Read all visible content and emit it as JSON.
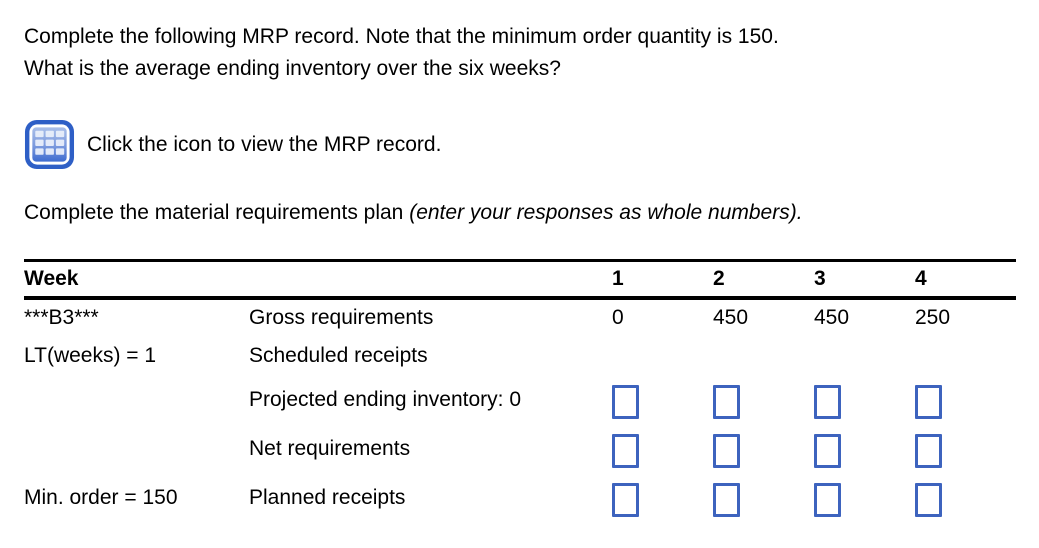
{
  "question": {
    "line1": "Complete the following MRP record. Note that the minimum order quantity is 150.",
    "line2": "What is the average ending inventory over the six weeks?"
  },
  "icon_instruction": {
    "icon": "mrp-table-grid-icon",
    "text": "Click the icon to view the MRP record."
  },
  "instruction": {
    "normal": "Complete the material requirements plan ",
    "italic": "(enter your responses as whole numbers)."
  },
  "colors": {
    "input_border_blue": "#3d63be",
    "icon_outer_blue": "#2e5fc6",
    "icon_panel_light": "#aabfe9",
    "icon_panel_dark": "#3e6bd0",
    "text": "#000000"
  },
  "table": {
    "header": {
      "col1": "Week",
      "weeks": [
        "1",
        "2",
        "3",
        "4"
      ]
    },
    "rows": [
      {
        "label": "***B3***",
        "name": "Gross requirements",
        "values": [
          "0",
          "450",
          "450",
          "250"
        ]
      },
      {
        "label": "LT(weeks) = 1",
        "name": "Scheduled receipts",
        "values": [
          "",
          "",
          "",
          ""
        ]
      },
      {
        "label": "",
        "name": "Projected ending inventory: 0",
        "inputs": true
      },
      {
        "label": "",
        "name": "Net requirements",
        "inputs": true
      },
      {
        "label": "Min. order = 150",
        "name": "Planned receipts",
        "inputs": true
      }
    ]
  }
}
